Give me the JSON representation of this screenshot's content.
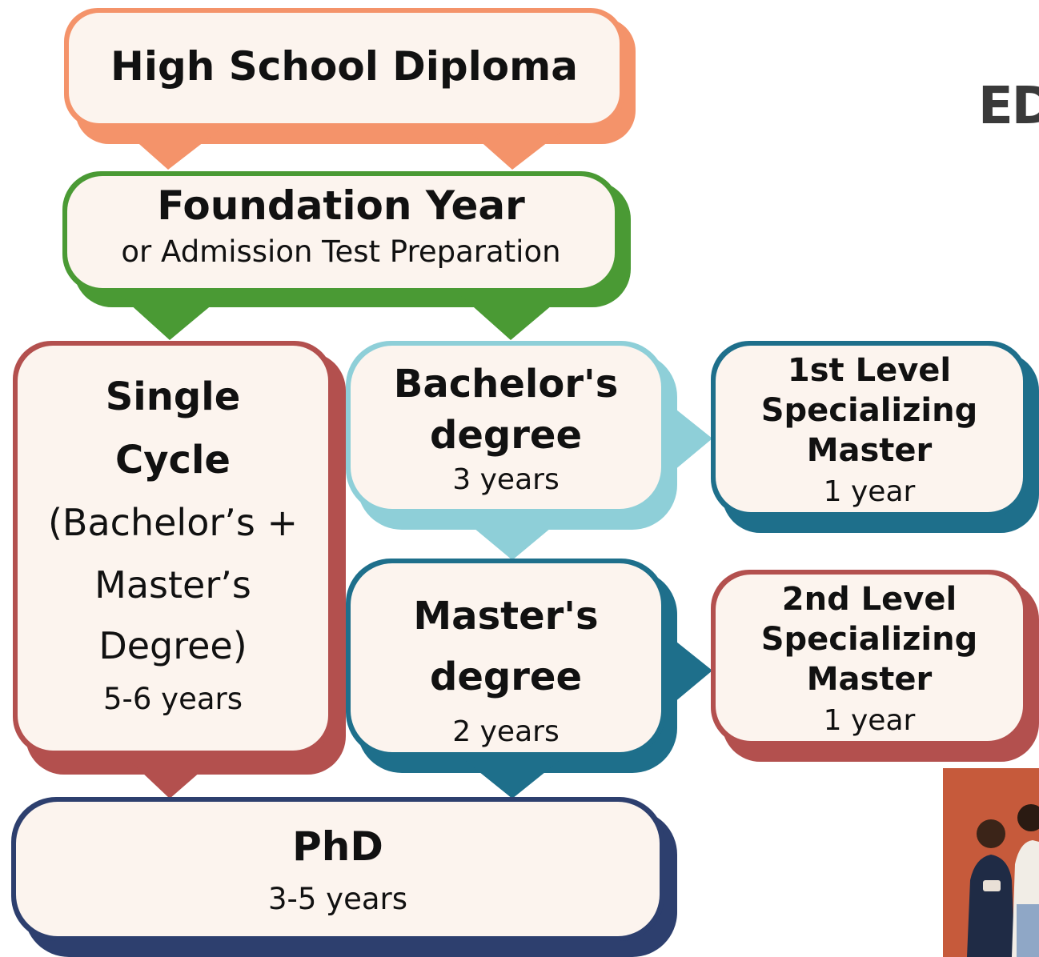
{
  "colors": {
    "card_fill": "#fcf4ee",
    "high_school": "#f4936a",
    "foundation": "#4a9a34",
    "single_cycle": "#b3504e",
    "bachelor": "#8ecfd8",
    "master": "#1e6f8b",
    "level1": "#1e6f8b",
    "level2": "#b3504e",
    "phd": "#2d3f6e",
    "photo_bg": "#c65a3b"
  },
  "corner_title": "ED",
  "nodes": {
    "high_school": {
      "title": "High School Diploma"
    },
    "foundation": {
      "title": "Foundation Year",
      "subtitle": "or Admission Test Preparation"
    },
    "single_cycle": {
      "title_line1": "Single",
      "title_line2": "Cycle",
      "desc_line1": "(Bachelor’s +",
      "desc_line2": "Master’s",
      "desc_line3": "Degree)",
      "duration": "5-6 years"
    },
    "bachelor": {
      "title_line1": "Bachelor's",
      "title_line2": "degree",
      "duration": "3 years"
    },
    "master": {
      "title_line1": "Master's",
      "title_line2": "degree",
      "duration": "2 years"
    },
    "level1": {
      "title_line1": "1st Level",
      "title_line2": "Specializing",
      "title_line3": "Master",
      "duration": "1 year"
    },
    "level2": {
      "title_line1": "2nd Level",
      "title_line2": "Specializing",
      "title_line3": "Master",
      "duration": "1 year"
    },
    "phd": {
      "title": "PhD",
      "duration": "3-5 years"
    }
  }
}
